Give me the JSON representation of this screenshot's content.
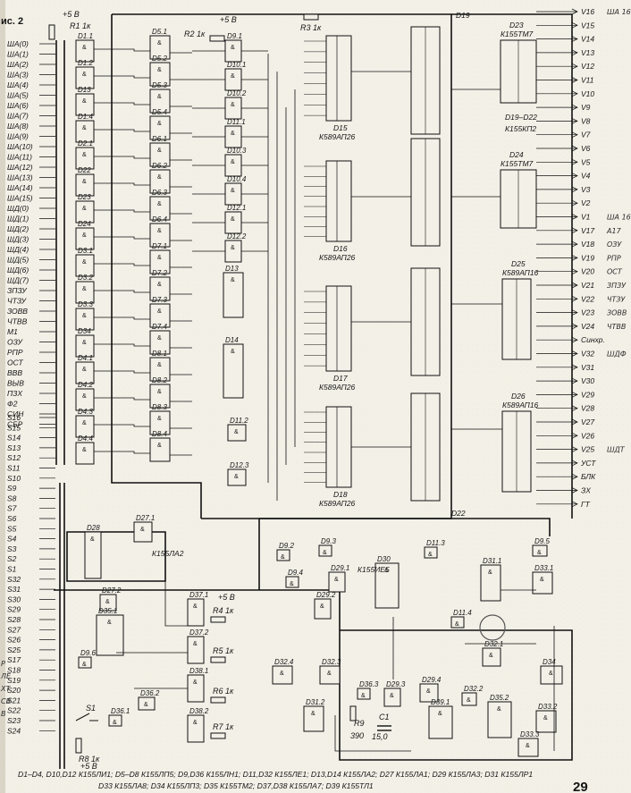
{
  "figure_label": "ис. 2",
  "page_number": "29",
  "power": {
    "label": "+5 В"
  },
  "resistors": {
    "r1": "R1 1к",
    "r2": "R2 1к",
    "r3": "R3 1к",
    "r4": "R4 1к",
    "r5": "R5 1к",
    "r6": "R6 1к",
    "r7": "R7 1к",
    "r8": "R8 1к",
    "r9": "R9",
    "r9_value": "390"
  },
  "capacitor": {
    "name": "C1",
    "value": "15,0"
  },
  "switch": {
    "name": "S1"
  },
  "left_inputs": [
    "ША(0)",
    "ША(1)",
    "ША(2)",
    "ША(3)",
    "ША(4)",
    "ША(5)",
    "ША(6)",
    "ША(7)",
    "ША(8)",
    "ША(9)",
    "ША(10)",
    "ША(11)",
    "ША(12)",
    "ША(13)",
    "ША(14)",
    "ША(15)",
    "ШД(0)",
    "ШД(1)",
    "ШД(2)",
    "ШД(3)",
    "ШД(4)",
    "ШД(5)",
    "ШД(6)",
    "ШД(7)",
    "ЗПЗУ",
    "ЧТЗУ",
    "ЗОВВ",
    "ЧТВВ",
    "М1",
    "ОЗУ",
    "РПР",
    "ОСТ",
    "ВВВ",
    "ВЫВ",
    "ПЗХ",
    "Ф2",
    "СИН",
    "СБР",
    "S16",
    "S15",
    "S14",
    "S13",
    "S12",
    "S11",
    "S10",
    "S9",
    "S8",
    "S7",
    "S6",
    "S5",
    "S4",
    "S3",
    "S2",
    "S1",
    "S32",
    "S31",
    "S30",
    "S29",
    "S28",
    "S27",
    "S26",
    "S25",
    "S17",
    "S18",
    "S19",
    "S20",
    "S21",
    "S22",
    "S23",
    "S24"
  ],
  "right_outputs": [
    "V16",
    "V15",
    "V14",
    "V13",
    "V12",
    "V11",
    "V10",
    "V9",
    "V8",
    "V7",
    "V6",
    "V5",
    "V4",
    "V3",
    "V2",
    "V1",
    "V17",
    "V18",
    "V19",
    "V20",
    "V21",
    "V22",
    "V23",
    "V24",
    "Синхр.",
    "V32",
    "V31",
    "V30",
    "V29",
    "V28",
    "V27",
    "V26",
    "V25",
    "УСТ",
    "БЛК",
    "ЗХ",
    "ГТ"
  ],
  "right_annotations": [
    {
      "pin": "V16",
      "text": "ША 16"
    },
    {
      "pin": "V1",
      "text": "ША 16"
    },
    {
      "pin": "V17",
      "text": "А17"
    },
    {
      "pin": "V18",
      "text": "ОЗУ"
    },
    {
      "pin": "V19",
      "text": "РПР"
    },
    {
      "pin": "V20",
      "text": "ОСТ"
    },
    {
      "pin": "V21",
      "text": "ЗПЗУ"
    },
    {
      "pin": "V22",
      "text": "ЧТЗУ"
    },
    {
      "pin": "V23",
      "text": "ЗОВВ"
    },
    {
      "pin": "V24",
      "text": "ЧТВВ"
    },
    {
      "pin": "V32",
      "text": "ШДФ"
    },
    {
      "pin": "V25",
      "text": "ШДТ"
    }
  ],
  "chips": {
    "d1": "D1.1",
    "d12": "D1.2",
    "d13": "D13",
    "d14": "D1.4",
    "d21": "D2.1",
    "d22": "D22",
    "d23": "D23",
    "d24": "D24",
    "d31": "D3.1",
    "d32": "D3.2",
    "d33": "D3.3",
    "d34": "D34",
    "d41": "D4.1",
    "d42": "D4.2",
    "d43": "D4.3",
    "d44": "D4.4",
    "d51": "D5.1",
    "d52": "D5.2",
    "d53": "D5.3",
    "d54": "D5.4",
    "d61": "D6.1",
    "d62": "D6.2",
    "d63": "D6.3",
    "d64": "D6.4",
    "d71": "D7.1",
    "d72": "D7.2",
    "d73": "D7.3",
    "d74": "D7.4",
    "d81": "D8.1",
    "d82": "D8.2",
    "d83": "D8.3",
    "d84": "D8.4",
    "d91": "D9.1",
    "d101": "D10.1",
    "d102": "D10.2",
    "d111": "D11.1",
    "d103": "D10.3",
    "d104": "D10.4",
    "d121": "D12.1",
    "d122": "D12.2",
    "d14b": "D14",
    "d112": "D11.2",
    "d123": "D12.3",
    "d15": "D15",
    "d15t": "К589АП26",
    "d16": "D16",
    "d16t": "К589АП26",
    "d17": "D17",
    "d17t": "К589АП26",
    "d18": "D18",
    "d18t": "К589АП26",
    "d19": "D19",
    "d19_22": "D19–D22",
    "d19_22t": "К155КП2",
    "d23t": "К155ТМ7",
    "d24t": "К155ТМ7",
    "d25": "D25",
    "d25t": "К589АП16",
    "d26": "D26",
    "d26t": "К589АП16",
    "d271": "D27.1",
    "d271t": "К155ЛА2",
    "d28": "D28",
    "d272": "D27.2",
    "d351": "D35.1",
    "d96": "D9.6",
    "d371": "D37.1",
    "d372": "D37.2",
    "d381": "D38.1",
    "d382": "D38.2",
    "d361": "D36.1",
    "d362": "D36.2",
    "d363": "D36.3",
    "d92": "D9.2",
    "d93": "D9.3",
    "d94": "D9.4",
    "d291": "D29.1",
    "d292": "D29.2",
    "d30": "D30",
    "d30t": "К155ИЕ5",
    "d113": "D11.3",
    "d324": "D32.4",
    "d323": "D32.3",
    "d312": "D31.2",
    "d293": "D29.3",
    "d294": "D29.4",
    "d391": "D39.1",
    "d322": "D32.2",
    "d352": "D35.2",
    "d95": "D9.5",
    "d311": "D31.1",
    "d331": "D33.1",
    "d321": "D32.1",
    "d332": "D33.2",
    "d333": "D33.3",
    "d114": "D11.4"
  },
  "bottom_note": [
    "D1–D4, D10,D12  К155ЛИ1;  D5–D8   К155ЛП5;  D9,D36   К155ЛН1;  D11,D32   К155ЛЕ1;  D13,D14   К155ЛА2;  D27   К155ЛА1;  D29   К155ЛА3;  D31   К155ЛР1",
    "D33   К155ЛА8;  D34   К155ЛП3;  D35   К155ТМ2;  D37,D38   К155ЛА7;  D39   К155ТЛ1"
  ],
  "margin_notes": [
    "Р",
    "ЛЕ",
    "ХТ",
    "СВ",
    "В"
  ]
}
